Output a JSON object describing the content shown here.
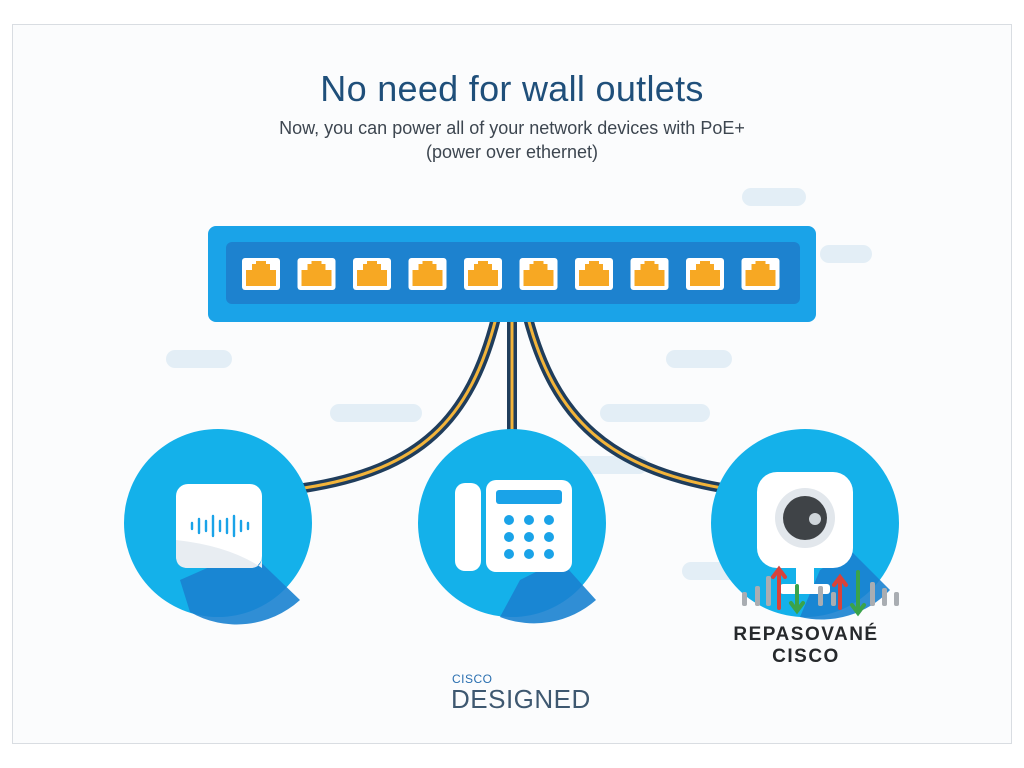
{
  "header": {
    "title": "No need for wall outlets",
    "subtitle": "Now, you can power all of your network devices with PoE+ (power over ethernet)"
  },
  "switch": {
    "port_count": 10,
    "colors": {
      "body": "#1aa3e8",
      "inner": "#1d82cf",
      "port": "#f7a823"
    }
  },
  "devices": [
    {
      "name": "access-point",
      "icon": "wireless-access-point-icon"
    },
    {
      "name": "ip-phone",
      "icon": "desk-phone-icon"
    },
    {
      "name": "ip-camera",
      "icon": "security-camera-icon"
    }
  ],
  "cable_colors": {
    "outer": "#1f3d5c",
    "inner": "#f2b43a"
  },
  "logo": {
    "small": "CISCO",
    "big": "DESIGNED"
  },
  "watermark": {
    "line1": "REPASOVANÉ",
    "line2": "CISCO"
  }
}
